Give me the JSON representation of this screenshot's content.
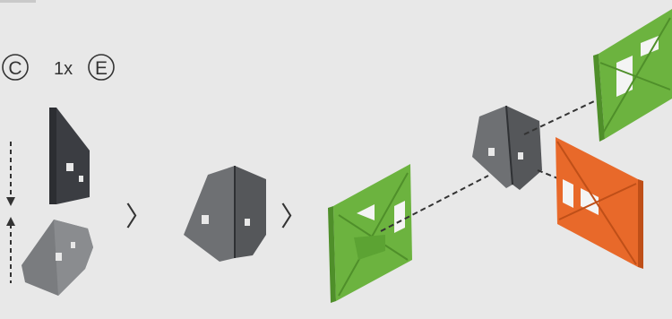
{
  "header": {
    "part_c_label": "C",
    "quantity_label": "1x",
    "part_e_label": "E"
  },
  "steps": {
    "arrow_1": "〉",
    "arrow_2": "〉"
  },
  "colors": {
    "background": "#e8e8e8",
    "dark_piece": "#3b3d42",
    "mid_piece": "#6e7073",
    "light_piece": "#8a8c8f",
    "green_plate": "#6cb33f",
    "green_plate_dark": "#4f8f2a",
    "orange_plate": "#e8692a",
    "orange_plate_dark": "#bf4f18",
    "tab_white": "#f4f4f4"
  },
  "icons": {
    "assembly_arrow": "vertical-dashed-arrows",
    "step_arrow": "chevron-right",
    "connection": "dashed-line"
  }
}
